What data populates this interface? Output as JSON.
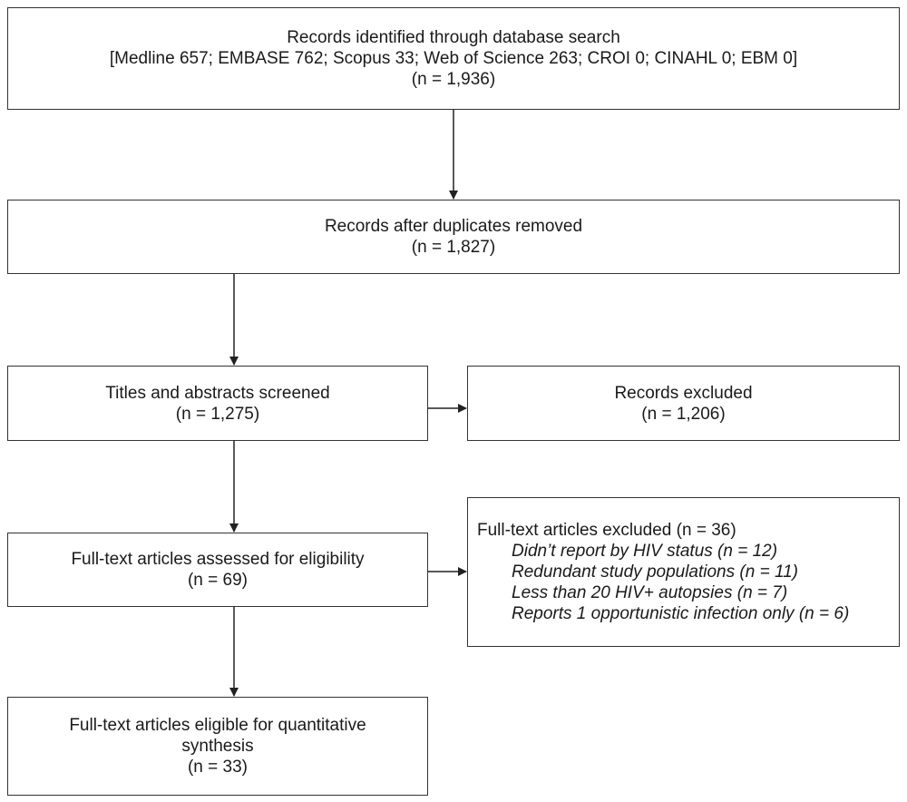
{
  "boxes": {
    "identified": {
      "lines": [
        "Records identified through database search",
        "[Medline 657; EMBASE 762; Scopus 33; Web of Science 263; CROI 0; CINAHL 0; EBM 0]",
        "(n = 1,936)"
      ]
    },
    "deduplicated": {
      "lines": [
        "Records after duplicates removed",
        "(n = 1,827)"
      ]
    },
    "screened": {
      "lines": [
        "Titles and abstracts screened",
        "(n = 1,275)"
      ]
    },
    "excluded_records": {
      "lines": [
        "Records excluded",
        "(n = 1,206)"
      ]
    },
    "assessed": {
      "lines": [
        "Full-text articles assessed for eligibility",
        "(n = 69)"
      ]
    },
    "excluded_fulltext": {
      "heading": "Full-text articles excluded (n = 36)",
      "reasons": [
        "Didn’t report by HIV status (n = 12)",
        "Redundant study populations (n = 11)",
        "Less than 20 HIV+ autopsies (n = 7)",
        "Reports 1 opportunistic infection only (n = 6)"
      ]
    },
    "eligible": {
      "lines": [
        "Full-text articles eligible for quantitative",
        "synthesis",
        "(n = 33)"
      ]
    }
  },
  "colors": {
    "border": "#333333",
    "arrow": "#222222",
    "text": "#1a1a1a"
  }
}
